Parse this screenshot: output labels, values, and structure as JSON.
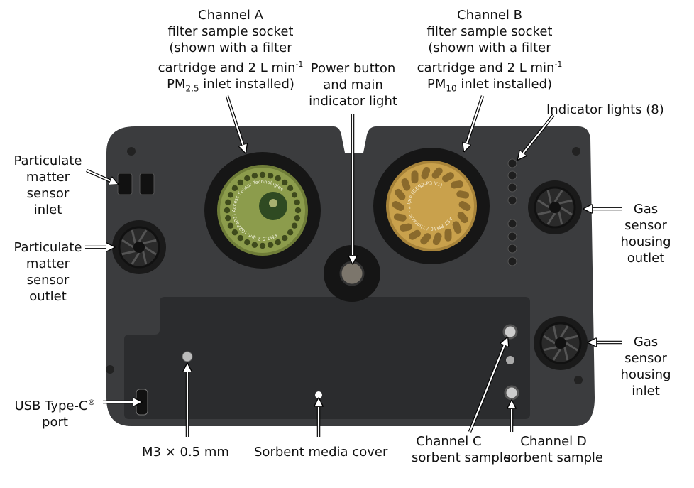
{
  "labels": {
    "channel_a": [
      "Channel A",
      "filter sample socket",
      "(shown with a filter",
      "cartridge and 2 L min",
      "PM",
      "2.5",
      " inlet installed)"
    ],
    "channel_a_sup": "-1",
    "channel_b": [
      "Channel B",
      "filter sample socket",
      "(shown with a filter",
      "cartridge and 2 L min",
      "PM",
      "10",
      " inlet installed)"
    ],
    "channel_b_sup": "-1",
    "power": [
      "Power button",
      "and main",
      "indicator light"
    ],
    "indicator": "Indicator lights (8)",
    "pm_inlet": [
      "Particulate",
      "matter",
      "sensor",
      "inlet"
    ],
    "pm_outlet": [
      "Particulate",
      "matter",
      "sensor",
      "outlet"
    ],
    "gas_outlet": [
      "Gas",
      "sensor",
      "housing",
      "outlet"
    ],
    "gas_inlet": [
      "Gas",
      "sensor",
      "housing",
      "inlet"
    ],
    "usb": [
      "USB Type-C",
      "port"
    ],
    "usb_sup": "®",
    "m3": "M3 × 0.5 mm",
    "sorbent_cover": "Sorbent media cover",
    "channel_c": [
      "Channel C",
      "sorbent sample"
    ],
    "channel_d": [
      "Channel D",
      "sorbent sample"
    ]
  },
  "device_markings": {
    "cartridge_a": "PM2.5 2 lpm (G2P3R1) Access Sensor Technologies",
    "cartridge_b": "AST PM10 / Thoracic - 2 lpm (GEN2-P3 V1)"
  },
  "colors": {
    "body": "#3b3c3e",
    "cover": "#2b2c2e",
    "cartridge_a": "#8c9c4c",
    "cartridge_b": "#c9a14c"
  }
}
